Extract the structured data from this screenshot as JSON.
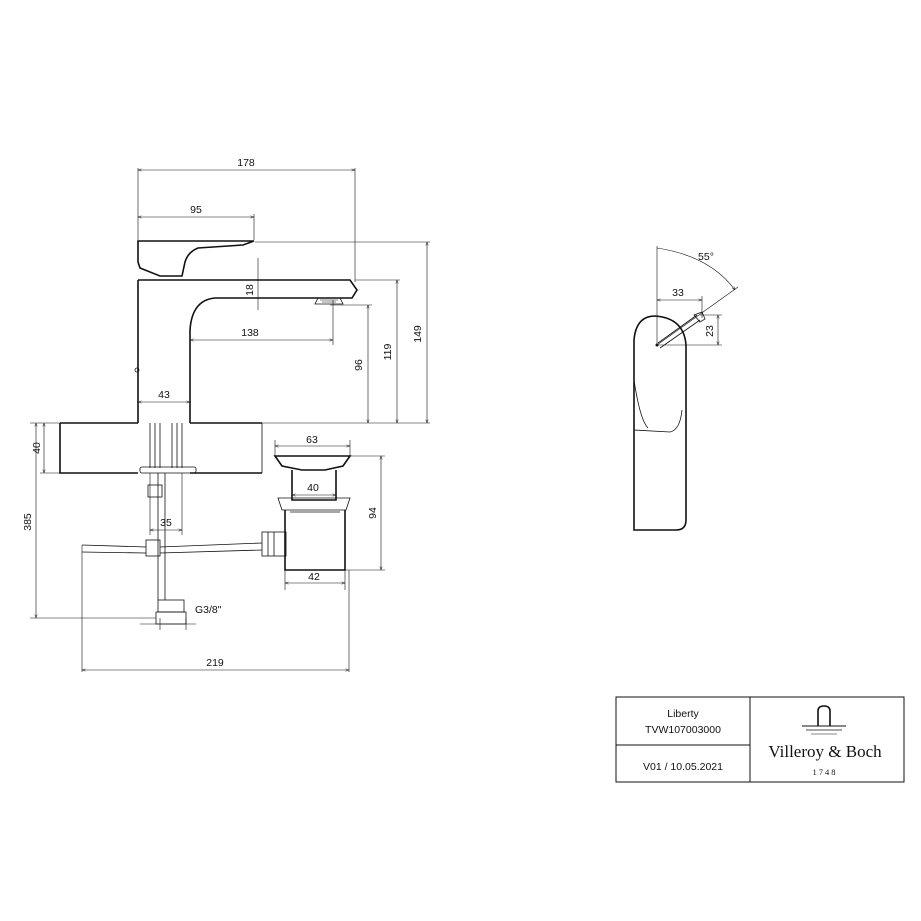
{
  "dimensions": {
    "d178": "178",
    "d95": "95",
    "d18": "18",
    "d138": "138",
    "d96": "96",
    "d119": "119",
    "d149": "149",
    "d43": "43",
    "d40_left": "40",
    "d385": "385",
    "d35": "35",
    "thread": "G3/8\"",
    "d219": "219",
    "d63": "63",
    "d40_waste": "40",
    "d94": "94",
    "d42": "42",
    "angle": "55°",
    "d33": "33",
    "d23": "23"
  },
  "title_block": {
    "product": "Liberty",
    "code": "TVW107003000",
    "version": "V01 / 10.05.2021",
    "brand": "Villeroy & Boch",
    "year": "1748"
  }
}
